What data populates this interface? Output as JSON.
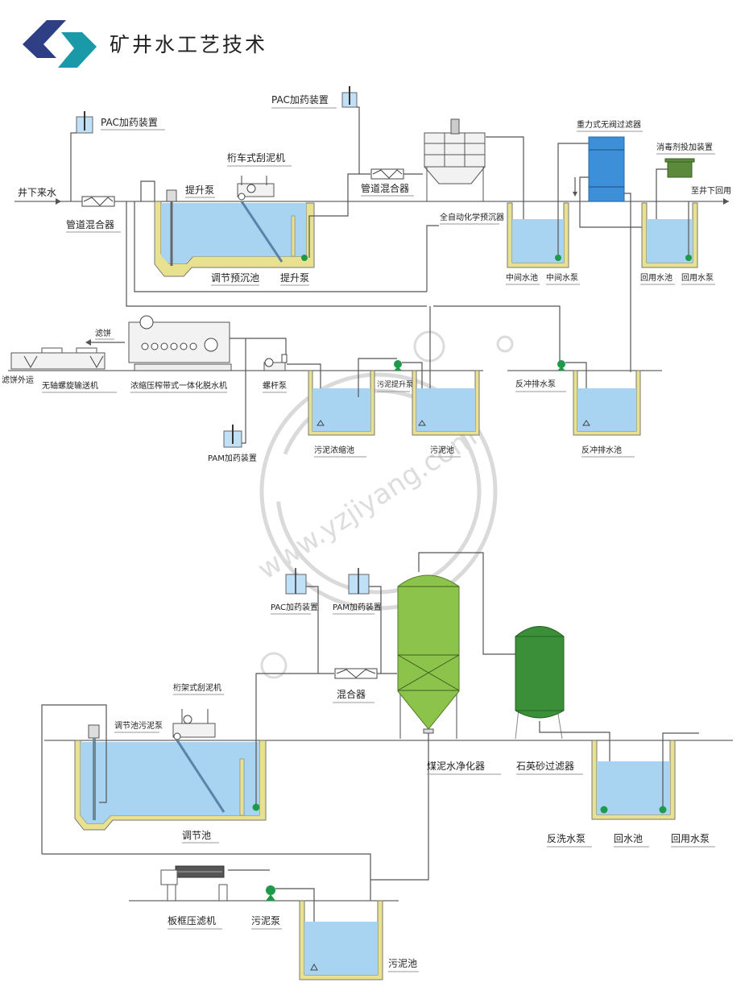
{
  "header": {
    "title": "矿井水工艺技术",
    "logo_colors": {
      "left": "#2f3f86",
      "right": "#1a9aa8"
    }
  },
  "watermark": {
    "text": "www.yzjiyang.com"
  },
  "colors": {
    "water": "#a8d4f2",
    "wall": "#e8e290",
    "pump": "#1f9a4a",
    "filter_blue": "#3d8fd8",
    "purifier_green": "#8cc34a",
    "sand_filter_green": "#3a8f38",
    "disinfect_green": "#5a8a3a"
  },
  "process1": {
    "inflow": "井下来水",
    "pac_top_left": "PAC加药装置",
    "pac_top_mid": "PAC加药装置",
    "pipe_mixer_1": "管道混合器",
    "pipe_mixer_2": "管道混合器",
    "scraper": "桁车式刮泥机",
    "lift_pump_top": "提升泵",
    "lift_pump_bottom": "提升泵",
    "regulating_presettle": "调节预沉池",
    "chem_presettler": "全自动化学预沉器",
    "gravity_filter": "重力式无阀过滤器",
    "disinfectant": "消毒剂投加装置",
    "outflow": "至井下回用",
    "mid_pool": "中间水池",
    "mid_pump": "中间水泵",
    "reuse_pool": "回用水池",
    "reuse_pump": "回用水泵",
    "filter_cake": "滤饼",
    "cake_out": "滤饼外运",
    "screw_conveyor": "无轴螺旋输送机",
    "belt_dewater": "浓缩压榨带式一体化脱水机",
    "screw_pump": "螺杆泵",
    "pam": "PAM加药装置",
    "sludge_thicken": "污泥浓缩池",
    "sludge_lift": "污泥提升泵",
    "sludge_pool": "污泥池",
    "backwash_pump": "反冲排水泵",
    "backwash_pool": "反冲排水池"
  },
  "process2": {
    "pac": "PAC加药装置",
    "pam": "PAM加药装置",
    "mixer": "混合器",
    "scraper": "桁架式刮泥机",
    "sludge_pump_reg": "调节池污泥泵",
    "reg_pool": "调节池",
    "purifier": "煤泥水净化器",
    "sand_filter": "石英砂过滤器",
    "backwash_pump": "反洗水泵",
    "return_pool": "回水池",
    "reuse_pump": "回用水泵",
    "filter_press": "板框压滤机",
    "sludge_pump": "污泥泵",
    "sludge_pool": "污泥池"
  }
}
